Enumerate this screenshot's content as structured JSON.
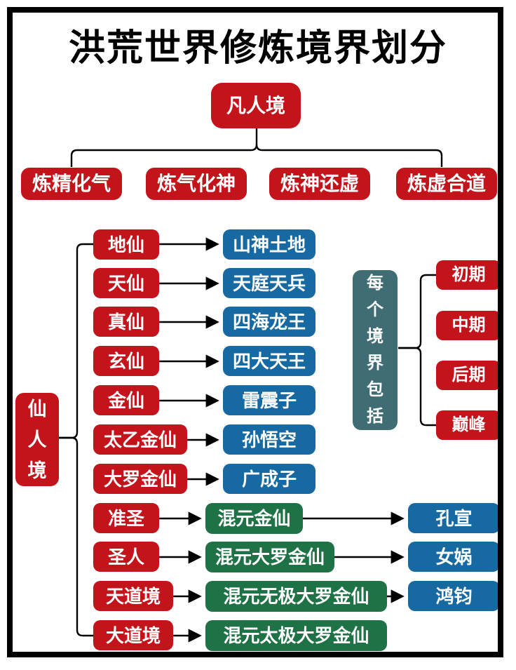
{
  "title": "洪荒世界修炼境界划分",
  "colors": {
    "red": "#C3141B",
    "blue": "#1769A2",
    "green": "#1E7245",
    "teal": "#406C74",
    "line": "#000000"
  },
  "mortal": {
    "root": "凡人境",
    "stages": [
      "炼精化气",
      "炼气化神",
      "炼神还虚",
      "炼虚合道"
    ]
  },
  "immortal": {
    "root": "仙人境",
    "rows": [
      {
        "level": "地仙",
        "example": "山神土地"
      },
      {
        "level": "天仙",
        "example": "天庭天兵"
      },
      {
        "level": "真仙",
        "example": "四海龙王"
      },
      {
        "level": "玄仙",
        "example": "四大天王"
      },
      {
        "level": "金仙",
        "example": "雷震子"
      },
      {
        "level": "太乙金仙",
        "example": "孙悟空"
      },
      {
        "level": "大罗金仙",
        "example": "广成子"
      },
      {
        "level": "准圣",
        "hunyuan": "混元金仙",
        "example": "孔宣"
      },
      {
        "level": "圣人",
        "hunyuan": "混元大罗金仙",
        "example": "女娲"
      },
      {
        "level": "天道境",
        "hunyuan": "混元无极大罗金仙",
        "example": "鸿钧"
      },
      {
        "level": "大道境",
        "hunyuan": "混元太极大罗金仙"
      }
    ]
  },
  "phases": {
    "label": "每个境界包括",
    "items": [
      "初期",
      "中期",
      "后期",
      "巅峰"
    ]
  }
}
